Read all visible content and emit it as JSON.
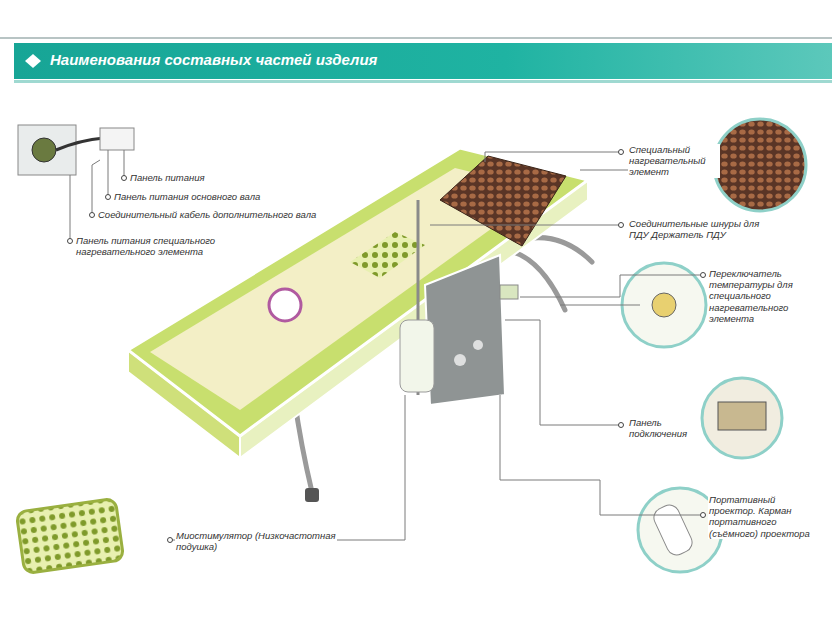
{
  "diagram": {
    "title": "Наименования составных частей изделия",
    "labels": [
      "Специальный нагревательный элемент",
      "Панель питания",
      "Панель питания основного вала",
      "Соединительный кабель дополнительного вала",
      "Соединительные шнуры для ПДУ Держатель ПДУ",
      "Панель питания специального нагревательного элемента",
      "Переключатель температуры для специального нагревательного элемента",
      "Панель подключения",
      "Портативный проектор. Карман портативного (съёмного) проектора",
      "Миостимулятор (Низкочастотная подушка)"
    ]
  }
}
